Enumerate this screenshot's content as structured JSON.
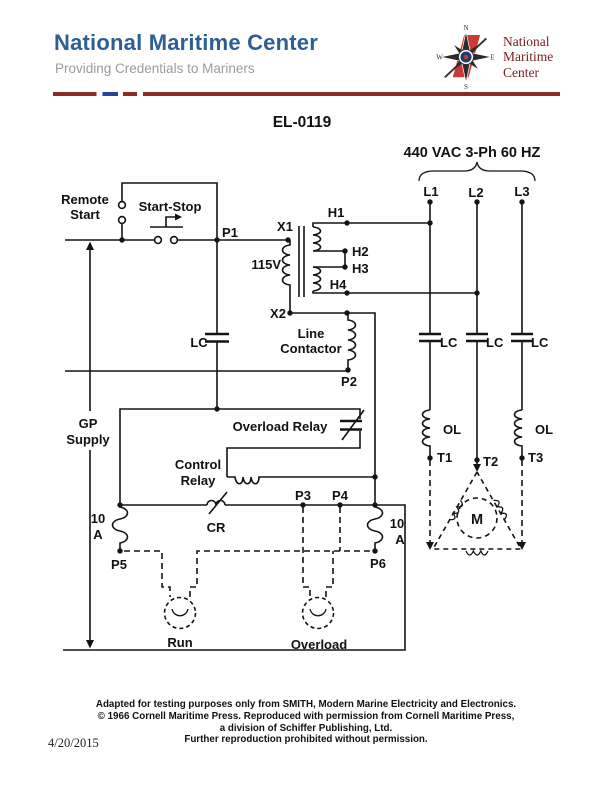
{
  "header": {
    "title": "National Maritime Center",
    "subtitle": "Providing Credentials to Mariners",
    "logo": {
      "lines": [
        "National",
        "Maritime",
        "Center"
      ],
      "compass": {
        "n": "N",
        "e": "E",
        "s": "S",
        "w": "W"
      }
    }
  },
  "document": {
    "figure_id": "EL-0119",
    "date": "4/20/2015"
  },
  "diagram": {
    "power_rating": "440 VAC 3-Ph 60 HZ",
    "labels": {
      "l1": "L1",
      "l2": "L2",
      "l3": "L3",
      "remote_line1": "Remote",
      "remote_line2": "Start",
      "start_stop": "Start-Stop",
      "p1": "P1",
      "x1": "X1",
      "v115": "115V",
      "h1": "H1",
      "h2": "H2",
      "h3": "H3",
      "h4": "H4",
      "x2": "X2",
      "line_contactor_line1": "Line",
      "line_contactor_line2": "Contactor",
      "p2": "P2",
      "lc": "LC",
      "gp_line1": "GP",
      "gp_line2": "Supply",
      "overload_relay": "Overload Relay",
      "control_line1": "Control",
      "control_line2": "Relay",
      "cr": "CR",
      "fuse_line1": "10",
      "fuse_line2": "A",
      "p3": "P3",
      "p4": "P4",
      "p5": "P5",
      "p6": "P6",
      "run": "Run",
      "overload": "Overload",
      "ol": "OL",
      "t1": "T1",
      "t2": "T2",
      "t3": "T3",
      "motor": "M"
    }
  },
  "footer": {
    "line1": "Adapted for testing purposes only from SMITH, Modern Marine Electricity and Electronics.",
    "line2": "© 1966 Cornell Maritime Press. Reproduced with permission from Cornell Maritime Press,",
    "line3": "a division of Schiffer Publishing, Ltd.",
    "line4": "Further reproduction prohibited without permission."
  },
  "colors": {
    "title_blue": "#2d5f94",
    "subtitle_gray": "#9b9b9b",
    "rule_red": "#8e2a25",
    "accent_blue": "#24449c",
    "logo_red": "#ca3a36",
    "logo_text_maroon": "#7a2025",
    "ink": "#141414"
  }
}
